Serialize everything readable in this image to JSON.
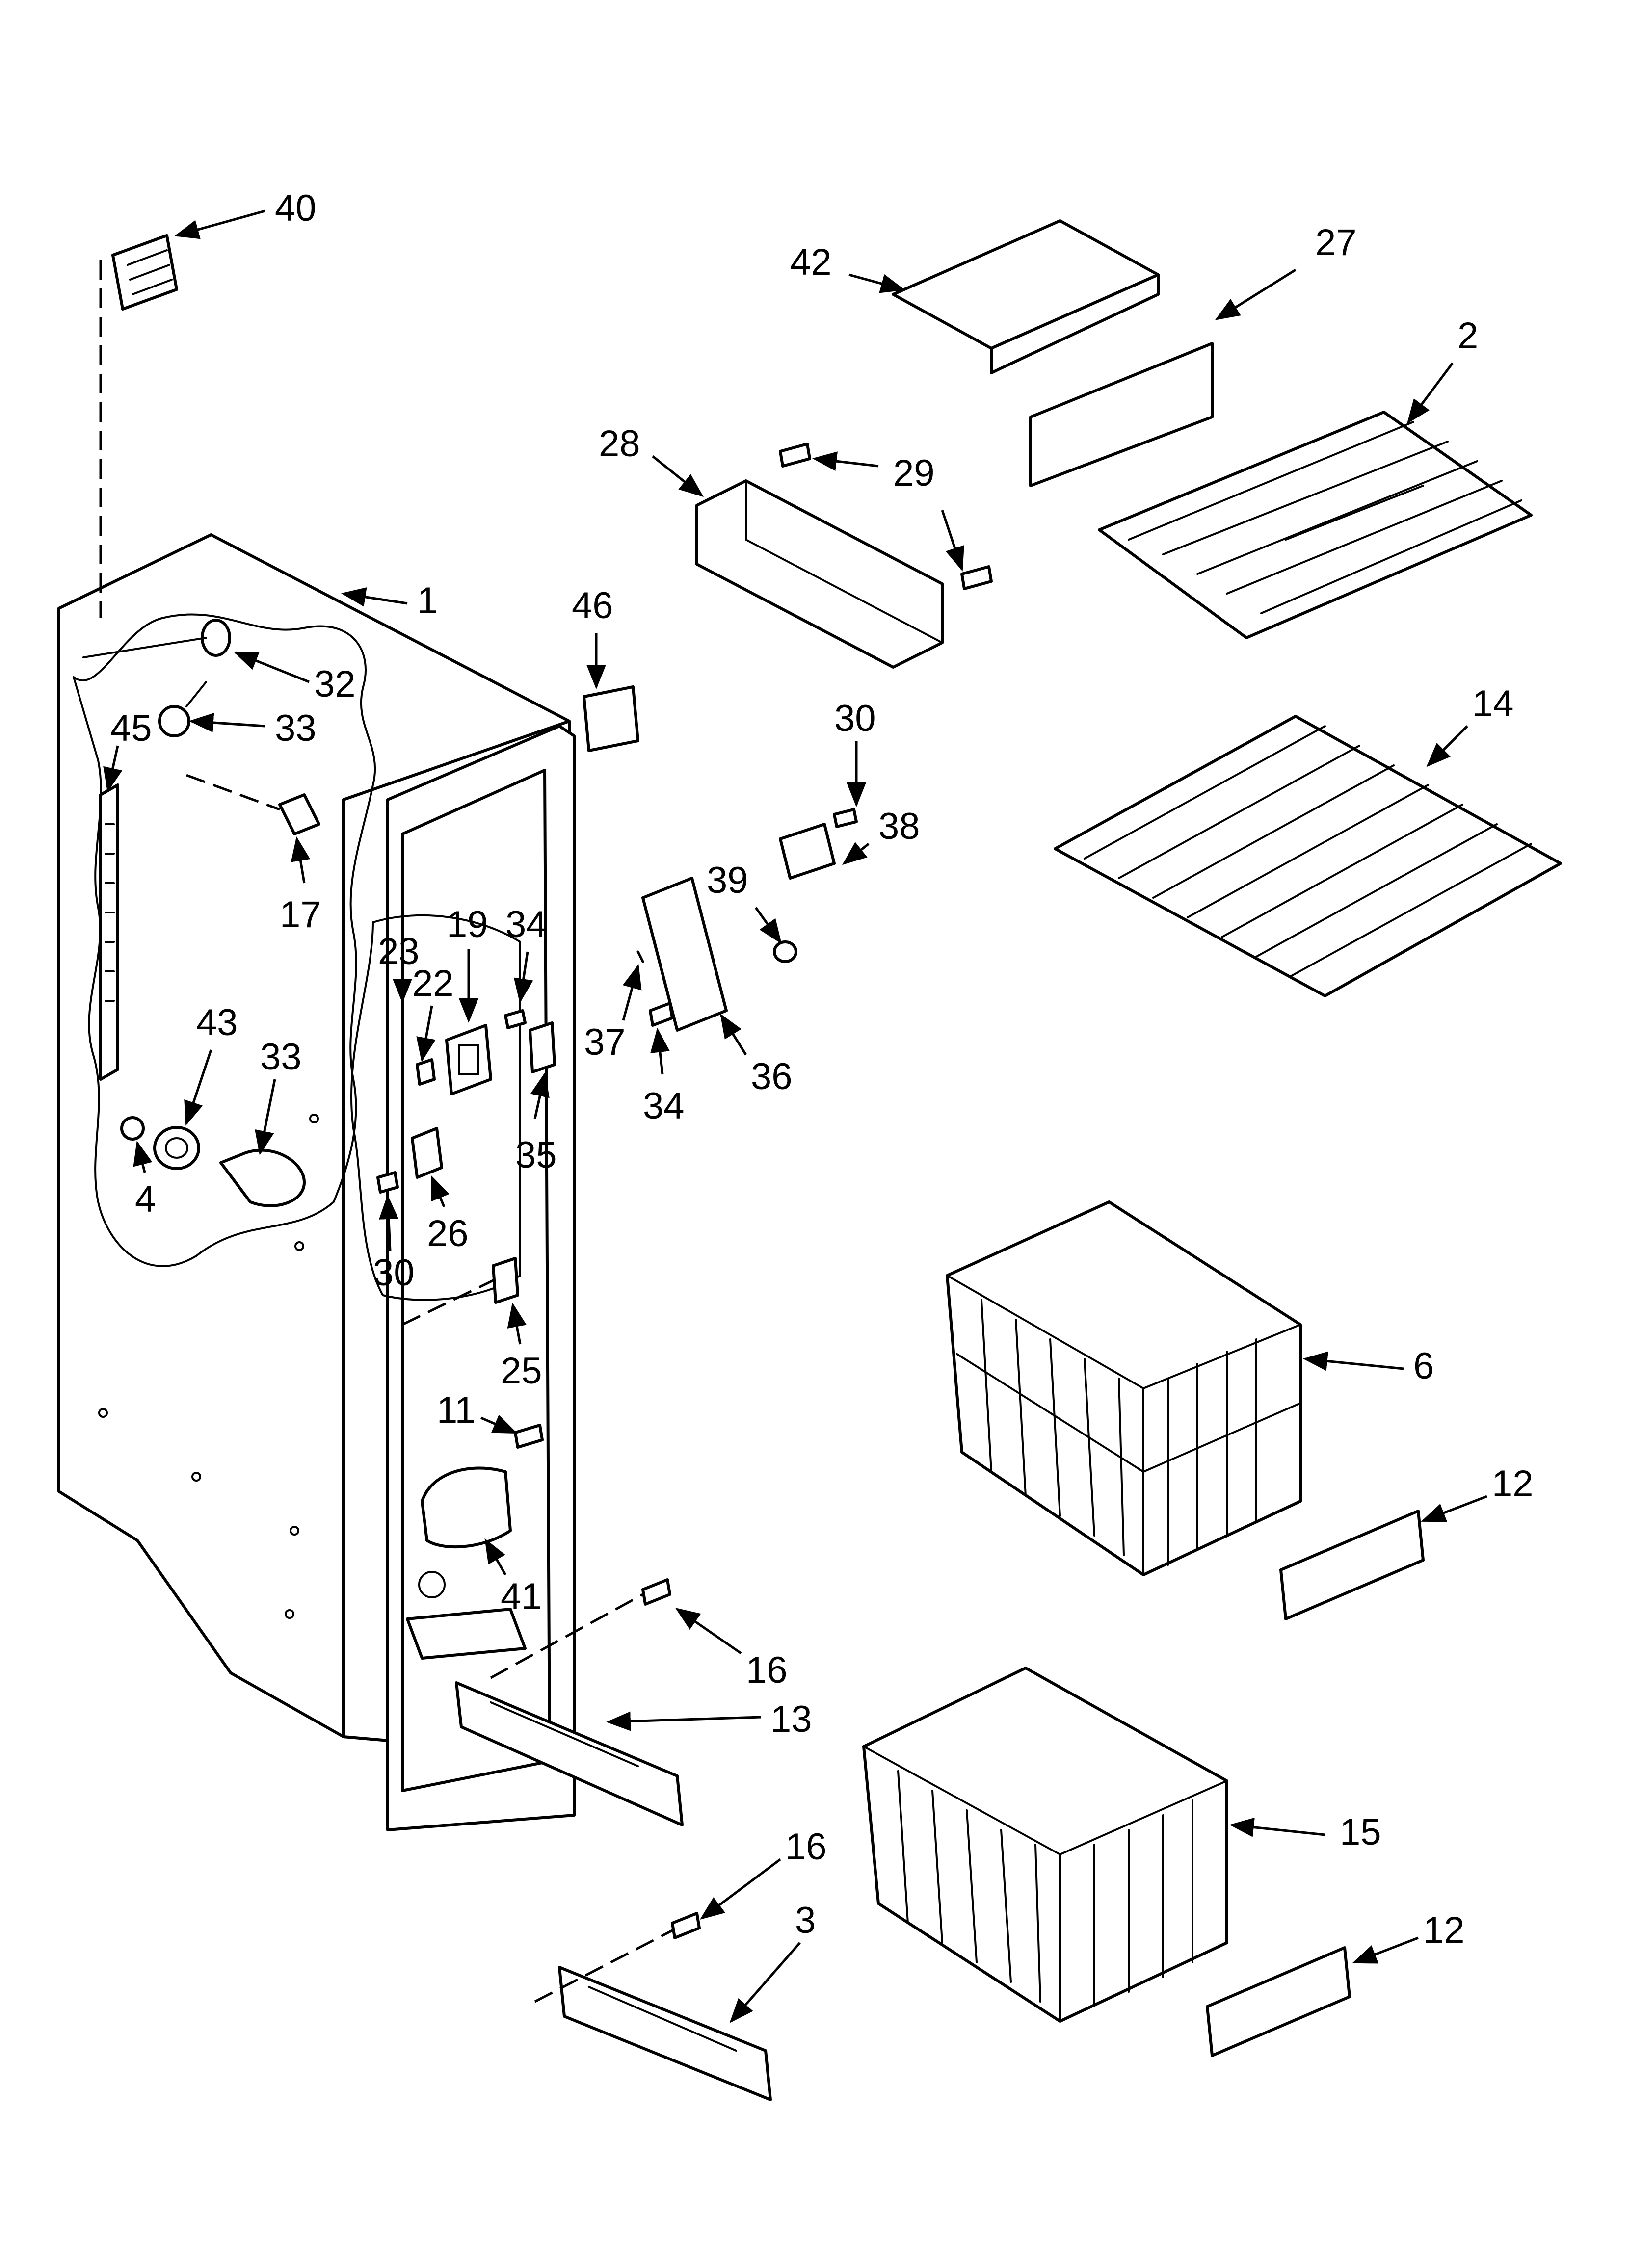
{
  "colors": {
    "line": "#000000",
    "paper": "#ffffff"
  },
  "callouts": [
    "40",
    "42",
    "27",
    "2",
    "28",
    "29",
    "1",
    "46",
    "32",
    "33",
    "45",
    "17",
    "14",
    "30",
    "38",
    "39",
    "19",
    "34",
    "23",
    "22",
    "37",
    "36",
    "43",
    "33",
    "35",
    "4",
    "26",
    "30",
    "25",
    "11",
    "41",
    "6",
    "12",
    "16",
    "13",
    "15",
    "16",
    "3",
    "12",
    "34"
  ]
}
